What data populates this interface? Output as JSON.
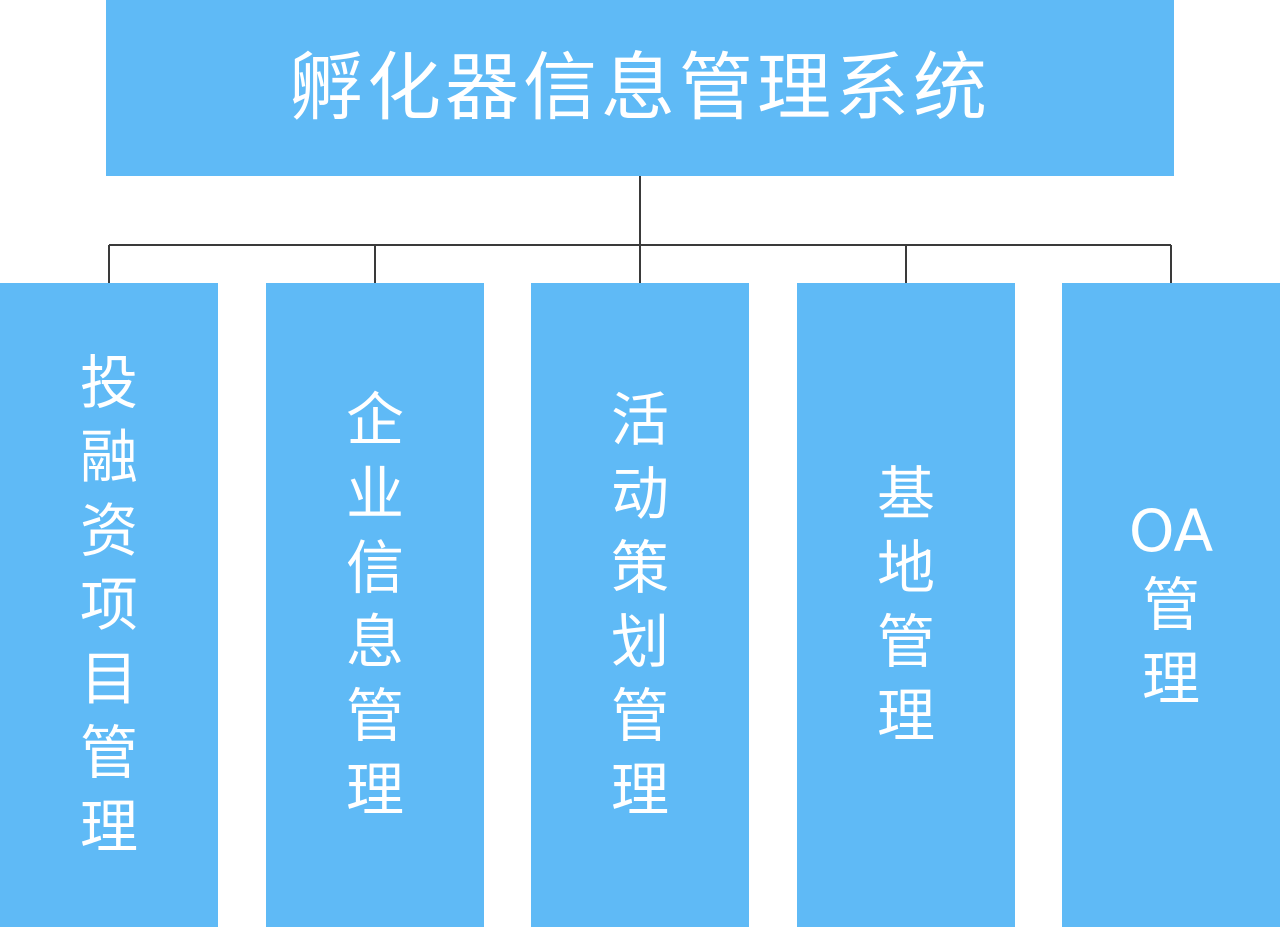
{
  "colors": {
    "box_fill": "#5fbaf6",
    "connector": "#3a3a3a",
    "text": "#ffffff",
    "background": "#ffffff"
  },
  "root": {
    "title": "孵化器信息管理系统"
  },
  "children": [
    {
      "name": "投融资项目管理",
      "lines": [
        "投",
        "融",
        "资",
        "项",
        "目",
        "管",
        "理"
      ]
    },
    {
      "name": "企业信息管理",
      "lines": [
        "企",
        "业",
        "信",
        "息",
        "管",
        "理"
      ]
    },
    {
      "name": "活动策划管理",
      "lines": [
        "活",
        "动",
        "策",
        "划",
        "管",
        "理"
      ]
    },
    {
      "name": "基地管理",
      "lines": [
        "基",
        "地",
        "管",
        "理"
      ]
    },
    {
      "name": "OA管理",
      "lines": [
        "OA",
        "管",
        "理"
      ]
    }
  ]
}
